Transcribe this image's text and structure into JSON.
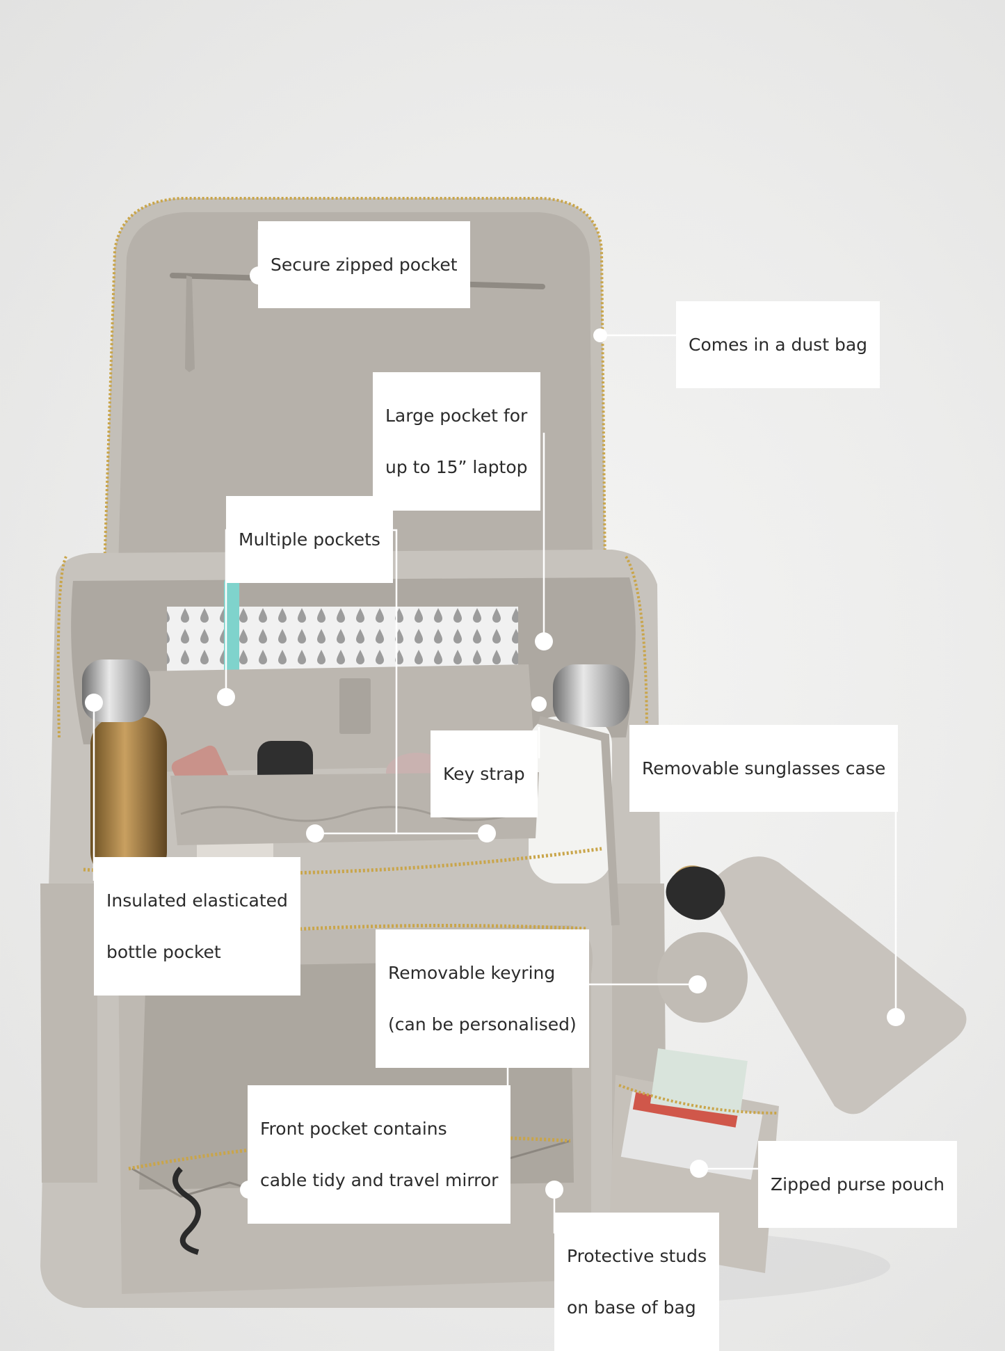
{
  "colors": {
    "background": "#ececeb",
    "bag": "#c7c3bd",
    "bag_lining": "#b7b1aa",
    "zip": "#c9a54a",
    "callout_line": "#ffffff",
    "label_bg": "#ffffff",
    "label_text": "#2b2b2b"
  },
  "callouts": [
    {
      "id": "secure-zipped-pocket",
      "lines": [
        "Secure zipped pocket"
      ]
    },
    {
      "id": "dust-bag",
      "lines": [
        "Comes in a dust bag"
      ]
    },
    {
      "id": "laptop-pocket",
      "lines": [
        "Large pocket for",
        "up to 15” laptop"
      ]
    },
    {
      "id": "multiple-pockets",
      "lines": [
        "Multiple pockets"
      ]
    },
    {
      "id": "key-strap",
      "lines": [
        "Key strap"
      ]
    },
    {
      "id": "sunglasses-case",
      "lines": [
        "Removable sunglasses case"
      ]
    },
    {
      "id": "bottle-pocket",
      "lines": [
        "Insulated elasticated",
        "bottle pocket"
      ]
    },
    {
      "id": "keyring",
      "lines": [
        "Removable keyring",
        "(can be personalised)"
      ]
    },
    {
      "id": "front-pocket",
      "lines": [
        "Front pocket contains",
        "cable tidy and travel mirror"
      ]
    },
    {
      "id": "purse-pouch",
      "lines": [
        "Zipped purse pouch"
      ]
    },
    {
      "id": "protective-studs",
      "lines": [
        "Protective studs",
        "on base of bag"
      ]
    }
  ]
}
